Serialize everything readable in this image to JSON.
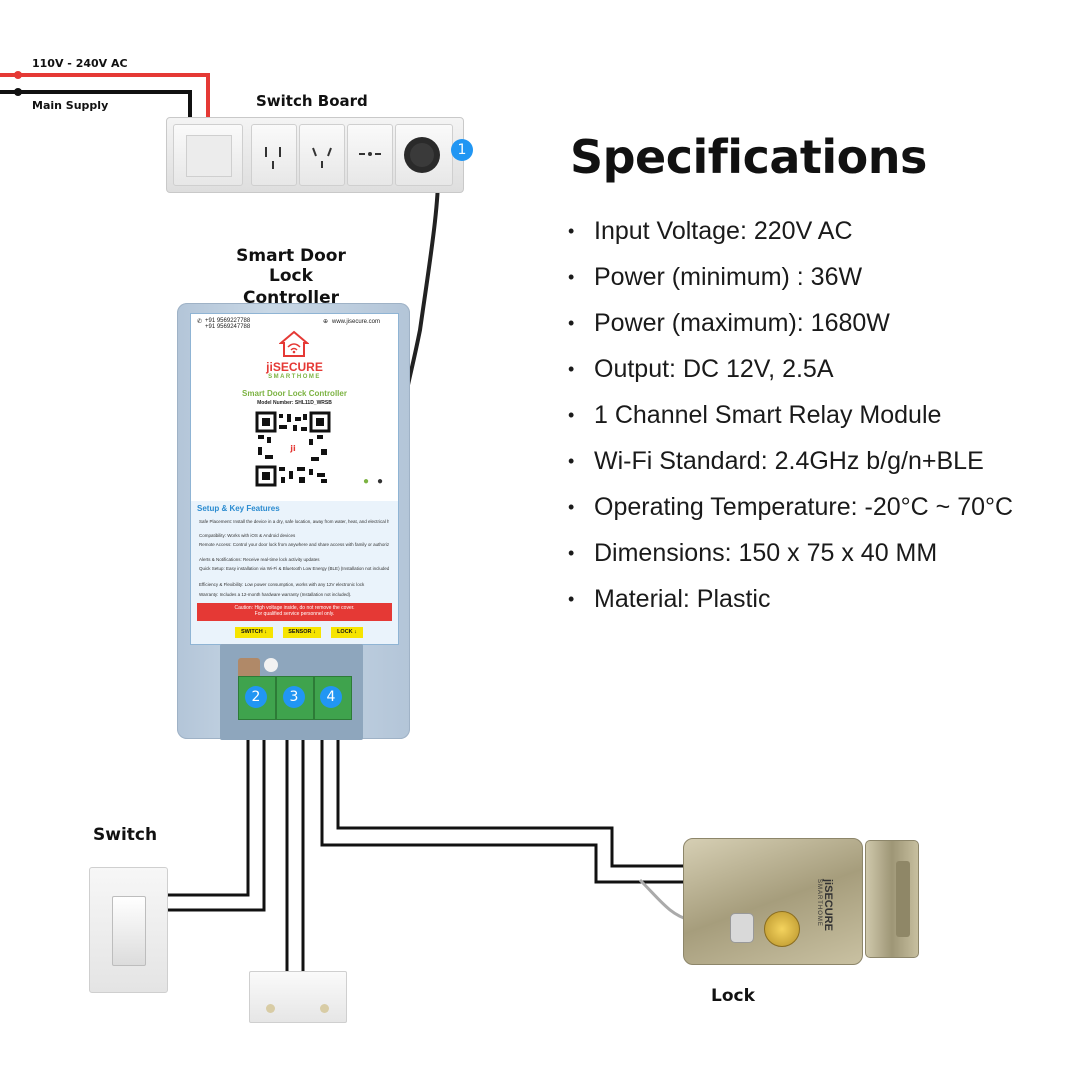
{
  "labels": {
    "supply_voltage": "110V - 240V AC",
    "main_supply": "Main Supply",
    "switch_board": "Switch Board",
    "controller_line1": "Smart Door Lock",
    "controller_line2": "Controller",
    "switch": "Switch",
    "lock": "Lock"
  },
  "badges": [
    "1",
    "2",
    "3",
    "4"
  ],
  "specifications": {
    "title": "Specifications",
    "items": [
      "Input Voltage: 220V AC",
      "Power (minimum) : 36W",
      "Power (maximum): 1680W",
      "Output: DC 12V, 2.5A",
      "1 Channel Smart Relay Module",
      "Wi-Fi Standard: 2.4GHz b/g/n+BLE",
      "Operating Temperature: -20°C ~ 70°C",
      "Dimensions: 150 x 75 x 40 MM",
      "Material: Plastic"
    ]
  },
  "sticker": {
    "phone1": "+91 9569227788",
    "phone2": "+91 9569247788",
    "website": "www.jisecure.com",
    "brand": "jiSECURE",
    "sub_brand": "SMARTHOME",
    "product": "Smart Door Lock Controller",
    "model": "Model Number: SHL11D_WRSB",
    "features_title": "Setup & Key Features",
    "features": [
      "Safe Placement: Install the device in a dry, safe location, away from water, heat, and electrical hazards.",
      "Compatibility: Works with iOS & Android devices",
      "Remote Access: Control your door lock from anywhere and share access with family or authorized users",
      "Alerts & Notifications: Receive real-time lock activity updates",
      "Quick Setup: Easy installation via Wi-Fi & Bluetooth Low Energy (BLE) (Installation not included)",
      "Efficiency & Flexibility: Low power consumption, works with any 12V electronic lock",
      "Warranty: Includes a 12-month hardware warranty (Installation not included)."
    ],
    "caution_line1": "Caution: High voltage inside, do not remove the cover.",
    "caution_line2": "For qualified service personnel only.",
    "tags": [
      "SWITCH ↓",
      "SENSOR ↓",
      "LOCK ↓"
    ]
  },
  "lock_brand": "jiSECURE",
  "lock_sub": "SMARTHOME",
  "colors": {
    "live_wire": "#e53935",
    "neutral_wire": "#111111",
    "badge": "#2196f3",
    "terminal": "#3fa34d",
    "caution": "#e53935",
    "tag": "#f6e400"
  }
}
